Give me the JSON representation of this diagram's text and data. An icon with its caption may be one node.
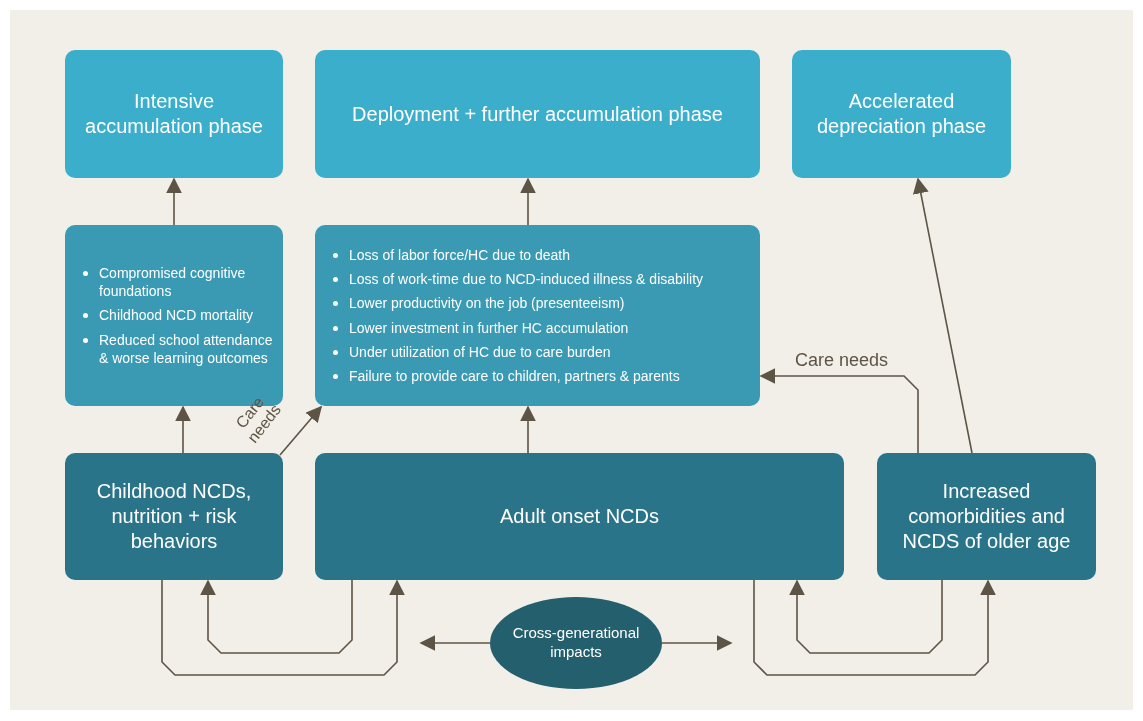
{
  "diagram": {
    "nodes": [
      {
        "text": [
          "Intensive accumulation phase"
        ]
      },
      {
        "text": [
          "Deployment + further accumulation phase"
        ]
      },
      {
        "text": [
          "Accelerated depreciation phase"
        ]
      },
      {
        "text": [
          "Compromised cognitive foundations",
          "Childhood NCD mortality",
          "Reduced school attendance & worse learning outcomes"
        ]
      },
      {
        "text": [
          "Loss of labor force/HC due to death",
          "Loss of work-time due to NCD-induced illness & disability",
          "Lower productivity on the job (presenteeism)",
          "Lower investment in further HC accumulation",
          "Under utilization of HC due to care burden",
          "Failure to provide care to children, partners & parents"
        ]
      },
      {
        "text": [
          "Childhood NCDs, nutrition + risk behaviors"
        ]
      },
      {
        "text": [
          "Adult onset NCDs"
        ]
      },
      {
        "text": [
          "Increased comorbidities and NCDS of older age"
        ]
      },
      {
        "text": [
          "Cross-generational impacts"
        ]
      }
    ],
    "edges": [
      {
        "from": 3,
        "to": 0,
        "arrow": "to"
      },
      {
        "from": 4,
        "to": 1,
        "arrow": "to"
      },
      {
        "from": 5,
        "to": 3,
        "arrow": "to"
      },
      {
        "from": 6,
        "to": 4,
        "arrow": "to"
      },
      {
        "from": 5,
        "to": 4,
        "arrow": "to",
        "label": "Care needs"
      },
      {
        "from": 7,
        "to": 4,
        "arrow": "to",
        "label": "Care needs"
      },
      {
        "from": 7,
        "to": 2,
        "arrow": "to"
      },
      {
        "from": 5,
        "to": 6,
        "arrow": "to"
      },
      {
        "from": 6,
        "to": 5,
        "arrow": "to"
      },
      {
        "from": 6,
        "to": 7,
        "arrow": "to"
      },
      {
        "from": 7,
        "to": 6,
        "arrow": "to"
      },
      {
        "from": 8,
        "to": null,
        "arrow": "to"
      },
      {
        "from": 8,
        "to": null,
        "arrow": "to"
      }
    ]
  }
}
